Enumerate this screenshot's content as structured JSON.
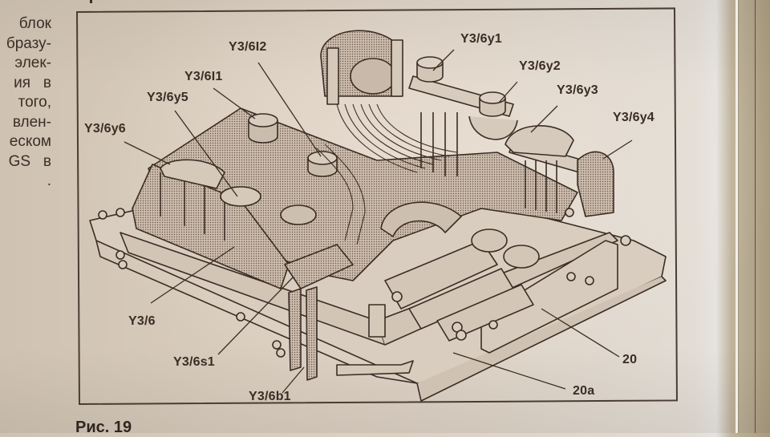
{
  "document": {
    "type": "printed manual page photo",
    "margin_text_lines": [
      "блок",
      "бразу-",
      "элек-",
      "ия   в",
      "того,",
      "влен-",
      "еском",
      "GS   в",
      "."
    ],
    "figure_caption": "Рис. 19"
  },
  "diagram": {
    "subject": "transmission valve body assembly (isometric line drawing)",
    "callouts": [
      {
        "id": "y3-6i2",
        "text": "Y3/6I2"
      },
      {
        "id": "y3-6i1",
        "text": "Y3/6I1"
      },
      {
        "id": "y3-6y5",
        "text": "Y3/6y5"
      },
      {
        "id": "y3-6y6",
        "text": "Y3/6y6"
      },
      {
        "id": "y3-6y1",
        "text": "Y3/6y1"
      },
      {
        "id": "y3-6y2",
        "text": "Y3/6y2"
      },
      {
        "id": "y3-6y3",
        "text": "Y3/6y3"
      },
      {
        "id": "y3-6y4",
        "text": "Y3/6y4"
      },
      {
        "id": "y3-6",
        "text": "Y3/6"
      },
      {
        "id": "y3-6s1",
        "text": "Y3/6s1"
      },
      {
        "id": "y3-6b1",
        "text": "Y3/6b1"
      },
      {
        "id": "part-20",
        "text": "20"
      },
      {
        "id": "part-20a",
        "text": "20a"
      }
    ]
  },
  "colors": {
    "ink": "#3b2d25",
    "paper": "#d8ccbd",
    "shading": "#b9a898"
  }
}
